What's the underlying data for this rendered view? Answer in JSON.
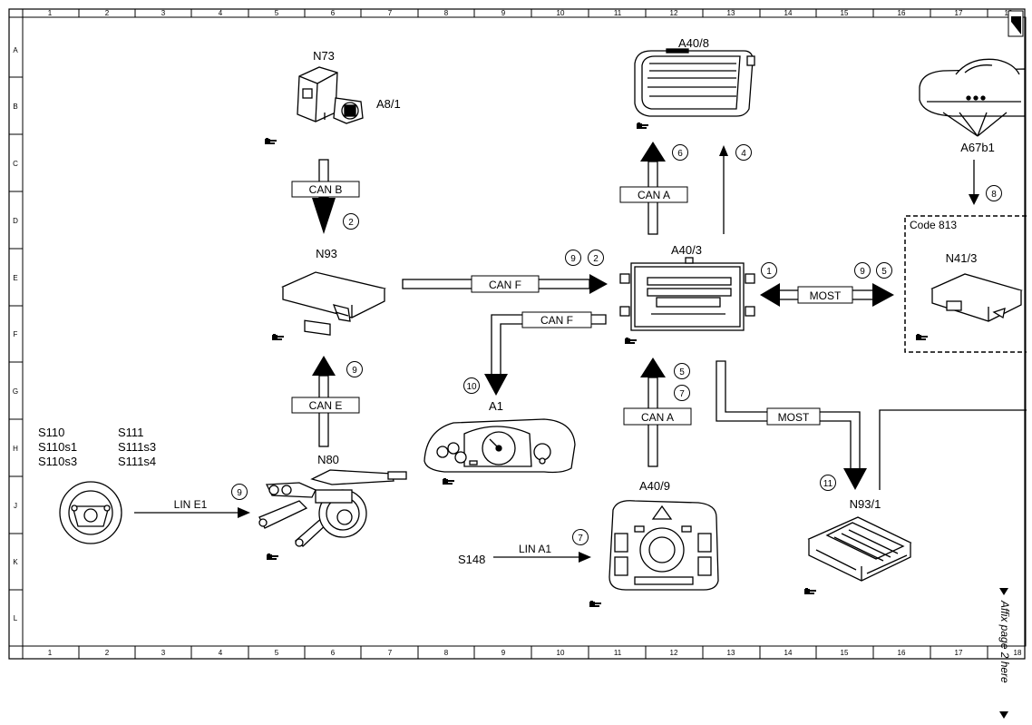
{
  "grid": {
    "columns": [
      "1",
      "2",
      "3",
      "4",
      "5",
      "6",
      "7",
      "8",
      "9",
      "10",
      "11",
      "12",
      "13",
      "14",
      "15",
      "16",
      "17",
      "18"
    ],
    "rows": [
      "A",
      "B",
      "C",
      "D",
      "E",
      "F",
      "G",
      "H",
      "J",
      "K",
      "L"
    ]
  },
  "components": {
    "n73": "N73",
    "a8_1": "A8/1",
    "a40_8": "A40/8",
    "a67b1": "A67b1",
    "n93": "N93",
    "a40_3": "A40/3",
    "code813": "Code 813",
    "n41_3": "N41/3",
    "a1": "A1",
    "n80": "N80",
    "a40_9": "A40/9",
    "n93_1": "N93/1",
    "s148": "S148",
    "switches_left": [
      "S110",
      "S110s1",
      "S110s3"
    ],
    "switches_right": [
      "S111",
      "S111s3",
      "S111s4"
    ]
  },
  "buses": {
    "can_b": "CAN B",
    "can_a_top": "CAN A",
    "can_f_top": "CAN F",
    "can_f_low": "CAN F",
    "most_right": "MOST",
    "can_e": "CAN E",
    "can_a_low": "CAN A",
    "most_low": "MOST",
    "lin_e1": "LIN E1",
    "lin_a1": "LIN A1"
  },
  "markers": {
    "m1": "1",
    "m2a": "2",
    "m2b": "2",
    "m4": "4",
    "m5a": "5",
    "m5b": "5",
    "m6": "6",
    "m7a": "7",
    "m7b": "7",
    "m8": "8",
    "m9a": "9",
    "m9b": "9",
    "m9c": "9",
    "m9d": "9",
    "m10": "10",
    "m11": "11"
  },
  "affix_text": "Affix page 2 here",
  "icons": [
    "reference-hand-icon",
    "page-corner-icon",
    "triangle-pointer-icon"
  ],
  "colors": {
    "line": "#000000",
    "background": "#ffffff"
  }
}
